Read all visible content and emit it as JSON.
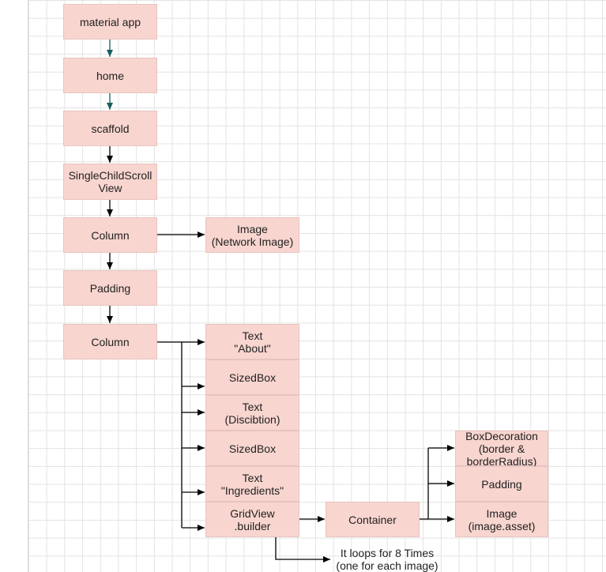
{
  "diagram": {
    "nodes": {
      "material_app": "material app",
      "home": "home",
      "scaffold": "scaffold",
      "single_child_scroll_view": "SingleChildScroll\nView",
      "column_1": "Column",
      "image_network": "Image\n(Network Image)",
      "padding": "Padding",
      "column_2": "Column",
      "text_about": "Text\n\"About\"",
      "sized_box_1": "SizedBox",
      "text_description": "Text\n(Discibtion)",
      "sized_box_2": "SizedBox",
      "text_ingredients": "Text\n\"Ingredients\"",
      "gridview_builder": "GridView\n.builder",
      "container": "Container",
      "box_decoration": "BoxDecoration\n(border &\nborderRadius)",
      "padding_2": "Padding",
      "image_asset": "Image\n(image.asset)"
    },
    "note": "It loops for 8 Times\n(one for each image)",
    "colors": {
      "node_fill": "#f8d5cf",
      "node_border": "#e8c4c0",
      "edge_dark": "#000000",
      "edge_teal": "#1a5e5e",
      "grid": "#e3e3e3"
    }
  }
}
